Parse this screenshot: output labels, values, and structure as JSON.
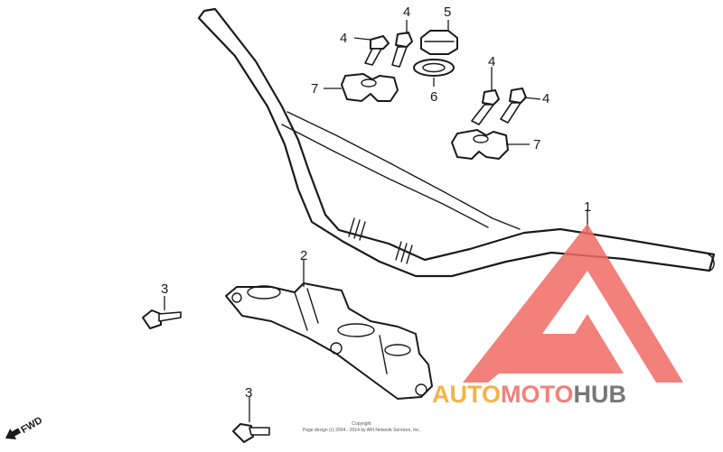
{
  "callouts": {
    "bar_handle": "1",
    "upper_holder_lower": "2",
    "bolt_left": "3",
    "bolt_bottom": "3",
    "bolt_a": "4",
    "bolt_b": "4",
    "bolt_c": "4",
    "bolt_d": "4",
    "cap": "5",
    "washer": "6",
    "holder_left": "7",
    "holder_right": "7"
  },
  "fwd_label": "FWD",
  "copyright": {
    "line1": "Copyright",
    "line2": "Page design (c) 2004 - 2014 by ARI Network Services, Inc."
  },
  "watermark": {
    "part1": "AUTO",
    "part2": "MOTO",
    "part3": "HUB",
    "color_red": "#f06a64",
    "color_orange": "#f5a623",
    "color_gray": "#606060"
  }
}
